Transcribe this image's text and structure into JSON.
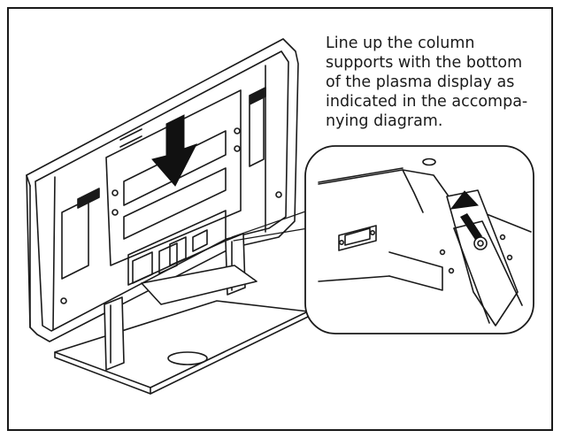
{
  "instruction": {
    "lines": [
      "Line up the column",
      "supports with the bottom",
      "of the plasma display as",
      "indicated in the accompa-",
      "nying diagram."
    ]
  },
  "colors": {
    "line": "#1a1a1a",
    "background": "#ffffff",
    "arrow_fill": "#111111"
  },
  "icons": [
    "down-arrow-icon",
    "insert-arrow-icon"
  ]
}
